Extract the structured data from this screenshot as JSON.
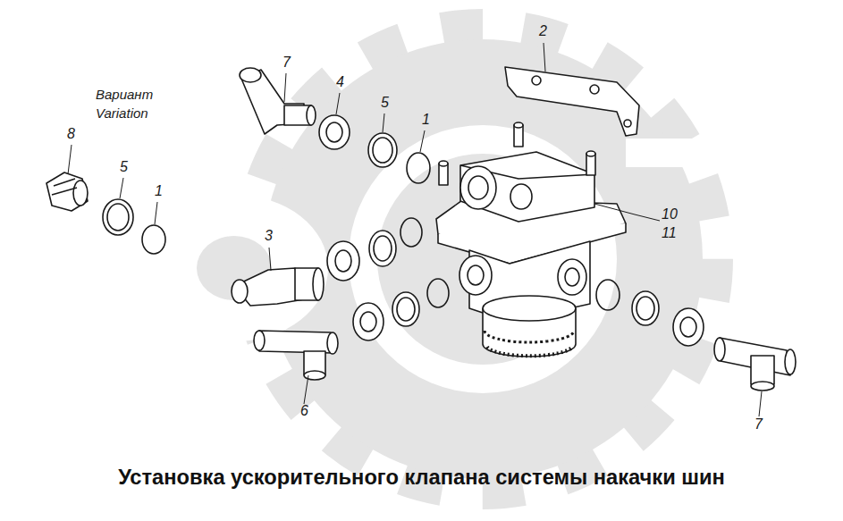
{
  "diagram": {
    "caption": "Установка ускорительного клапана системы накачки шин",
    "labels": [
      "Вариант",
      "Variation",
      "7",
      "4",
      "5",
      "1",
      "2",
      "8",
      "5",
      "1",
      "3",
      "10",
      "11",
      "6",
      "7"
    ]
  }
}
